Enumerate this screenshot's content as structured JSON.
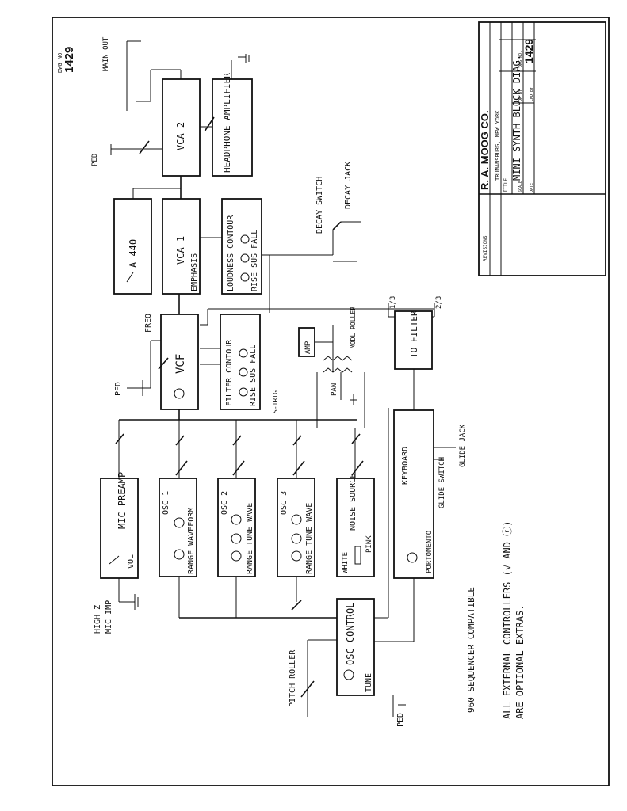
{
  "title_block": {
    "company": "R. A. MOOG CO.",
    "city": "TRUMANSBURG, NEW YORK",
    "title_label": "TITLE",
    "title": "MINI SYNTH BLOCK DIAG.",
    "scale_label": "SCALE",
    "date_label": "DATE",
    "dr_by_label": "DR BY",
    "chkd_by_label": "CKD BY",
    "dwg_no_label": "DWG NO.",
    "dwg_no": "1429",
    "revisions_label": "REVISIONS"
  },
  "corner_dwg": {
    "label": "DWG NO.",
    "number": "1429"
  },
  "modules": {
    "mic_preamp": {
      "title": "MIC PREAMP",
      "control": "VOL"
    },
    "osc1": {
      "title": "OSC 1",
      "controls": "RANGE WAVEFORM"
    },
    "osc2": {
      "title": "OSC 2",
      "controls": "RANGE TUNE WAVE"
    },
    "osc3": {
      "title": "OSC 3",
      "controls": "RANGE TUNE WAVE"
    },
    "noise": {
      "title": "NOISE SOURCE",
      "white": "WHITE",
      "pink": "PINK"
    },
    "keyboard": {
      "title": "KEYBOARD",
      "control": "PORTOMENTO"
    },
    "osc_control": {
      "title": "OSC CONTROL",
      "control": "TUNE"
    },
    "vcf": {
      "title": "VCF"
    },
    "filter_contour": {
      "title": "FILTER CONTOUR",
      "controls": "RISE SUS FALL"
    },
    "vca1": {
      "title": "VCA 1",
      "control": "EMPHASIS"
    },
    "loudness_contour": {
      "title": "LOUDNESS CONTOUR",
      "controls": "RISE SUS FALL"
    },
    "a440": {
      "title": "A 440"
    },
    "vca2": {
      "title": "VCA 2"
    },
    "headphone_amp": {
      "title": "HEADPHONE AMPLIFIER"
    },
    "to_filter": {
      "title": "TO FILTER"
    },
    "amp": {
      "title": "AMP"
    }
  },
  "labels": {
    "high_z": "HIGH Z",
    "mic_imp": "MIC IMP",
    "pitch_roller": "PITCH ROLLER",
    "ped_bottom": "PED",
    "ped_vcf": "PED",
    "ped_vca": "PED",
    "freq": "FREQ",
    "s_trig": "S-TRIG",
    "pan": "PAN",
    "mod_roller": "MODL ROLLER",
    "decay_switch": "DECAY SWITCH",
    "decay_jack": "DECAY JACK",
    "main_out": "MAIN OUT",
    "glide_jack": "GLIDE JACK",
    "glide_switch": "GLIDE SWITCH",
    "fraction_1": "1/3",
    "fraction_2": "2/3",
    "sequencer": "960 SEQUENCER COMPATIBLE",
    "note_line1": "ALL EXTERNAL CONTROLLERS (√ AND ⓡ)",
    "note_line2": "ARE OPTIONAL EXTRAS."
  }
}
